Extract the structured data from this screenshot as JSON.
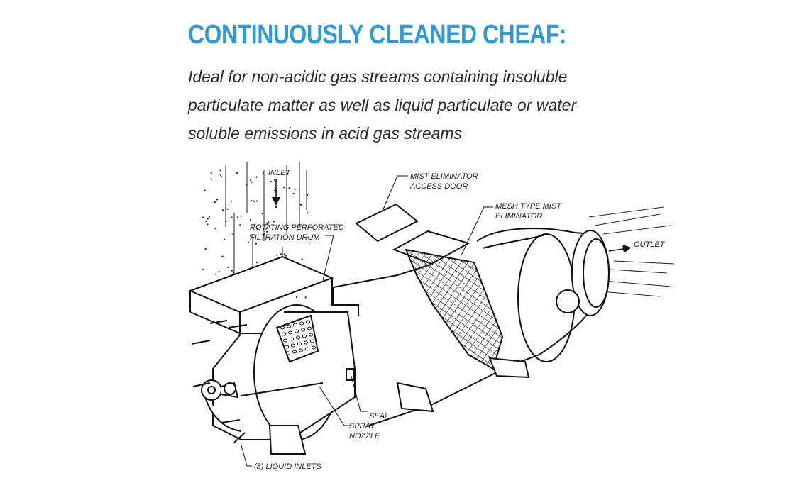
{
  "header": {
    "title": "CONTINUOUSLY CLEANED CHEAF:",
    "subtitle_lines": [
      "Ideal for non-acidic gas streams containing insoluble",
      "particulate matter as well as liquid particulate or water",
      "soluble emissions in acid gas streams"
    ]
  },
  "diagram": {
    "labels": {
      "inlet": "INLET",
      "mist_access_1": "MIST ELIMINATOR",
      "mist_access_2": "ACCESS DOOR",
      "mesh_1": "MESH TYPE MIST",
      "mesh_2": "ELIMINATOR",
      "drum_1": "ROTATING PERFORATED",
      "drum_2": "FILTRATION DRUM",
      "outlet": "OUTLET",
      "seal": "SEAL",
      "spray_1": "SPRAY",
      "spray_2": "NOZZLE",
      "liquid_inlets": "(8) LIQUID INLETS"
    }
  },
  "colors": {
    "title": "#2f9bd5",
    "text": "#2b2b2b",
    "line": "#1a1a1a"
  }
}
